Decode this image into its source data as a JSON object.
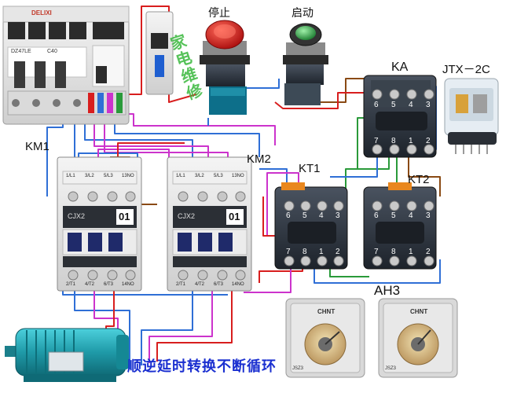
{
  "labels": {
    "stop": "停止",
    "start": "启动",
    "ka": "KA",
    "jtx": "JTX－2C",
    "km1": "KM1",
    "km2": "KM2",
    "kt1": "KT1",
    "kt2": "KT2",
    "ah3": "AH3",
    "caption": "顺逆延时转换不断循环",
    "watermark": "家电维修"
  },
  "contactor": {
    "model": "CJX2",
    "badge": "01",
    "top_terminals": [
      "1/L1",
      "3/L2",
      "5/L3",
      "13NO"
    ],
    "bottom_terminals": [
      "2/T1",
      "4/T2",
      "6/T3",
      "14NO"
    ]
  },
  "relay_base": {
    "top_pins": [
      "6",
      "5",
      "4",
      "3"
    ],
    "bottom_pins": [
      "7",
      "8",
      "1",
      "2"
    ]
  },
  "timer": {
    "brand": "CHNT",
    "model": "JSZ3"
  },
  "breaker": {
    "brand": "DELIXI",
    "model": "DZ47LE",
    "rating": "C40"
  },
  "colors": {
    "wire_blue": "#2f6fd6",
    "wire_magenta": "#cc33cc",
    "wire_red": "#d81e1e",
    "wire_green": "#2a9a3a",
    "wire_brown": "#8a4a14",
    "stop_button": "#d41515",
    "start_button": "#2fb04a",
    "caption_text": "#1a2fd0",
    "motor_body": "#24a7b5"
  }
}
